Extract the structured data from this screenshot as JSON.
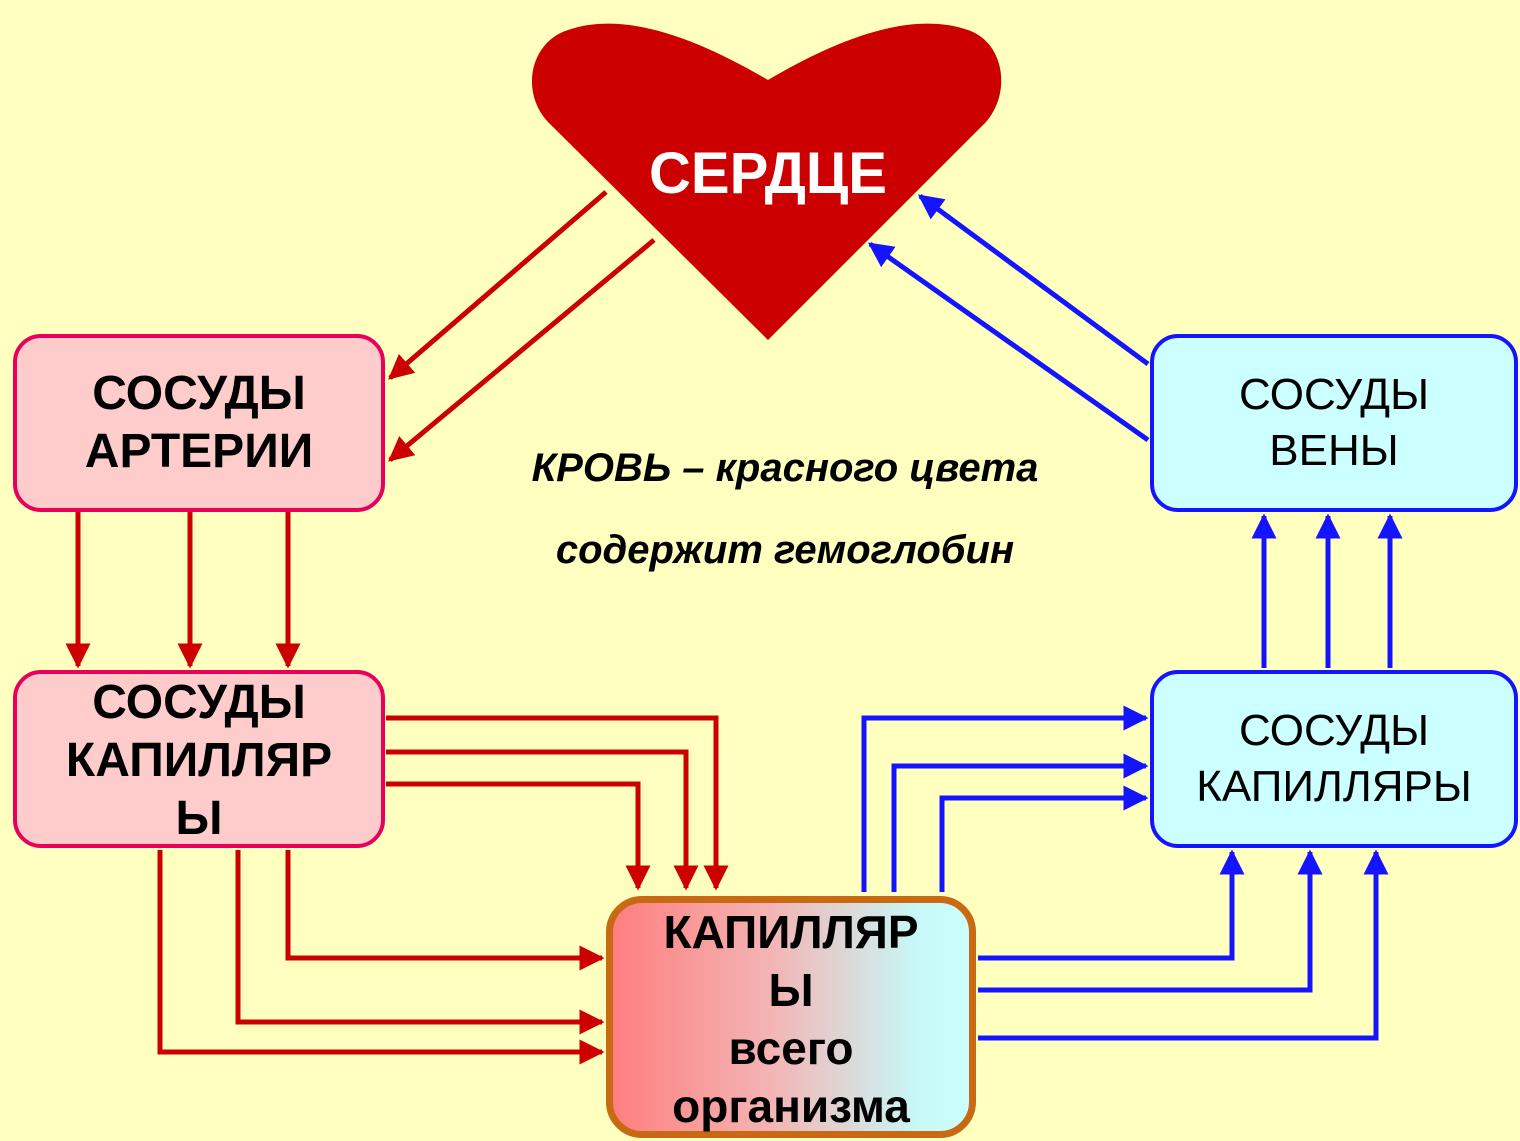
{
  "heart": {
    "label": "СЕРДЦЕ"
  },
  "arteries": {
    "line1": "СОСУДЫ",
    "line2": "АРТЕРИИ"
  },
  "capillaries_left": {
    "line1": "СОСУДЫ",
    "line2": "КАПИЛЛЯР",
    "line3": "Ы"
  },
  "veins": {
    "line1": "СОСУДЫ",
    "line2": "ВЕНЫ"
  },
  "capillaries_right": {
    "line1": "СОСУДЫ",
    "line2": "КАПИЛЛЯРЫ"
  },
  "body_capillaries": {
    "line1": "КАПИЛЛЯР",
    "line2": "Ы",
    "line3": "всего",
    "line4": "организма"
  },
  "caption": {
    "line1": "КРОВЬ – красного цвета",
    "line2": "содержит гемоглобин"
  },
  "colors": {
    "background": "#ffffc0",
    "heart": "#cc0000",
    "arterial_arrow": "#cc0000",
    "venous_arrow": "#1414ff",
    "arterial_box_fill": "#ffcccc",
    "arterial_box_border": "#e8005a",
    "venous_box_fill": "#ccffff",
    "venous_box_border": "#1414ff",
    "body_box_border": "#c86a14"
  }
}
